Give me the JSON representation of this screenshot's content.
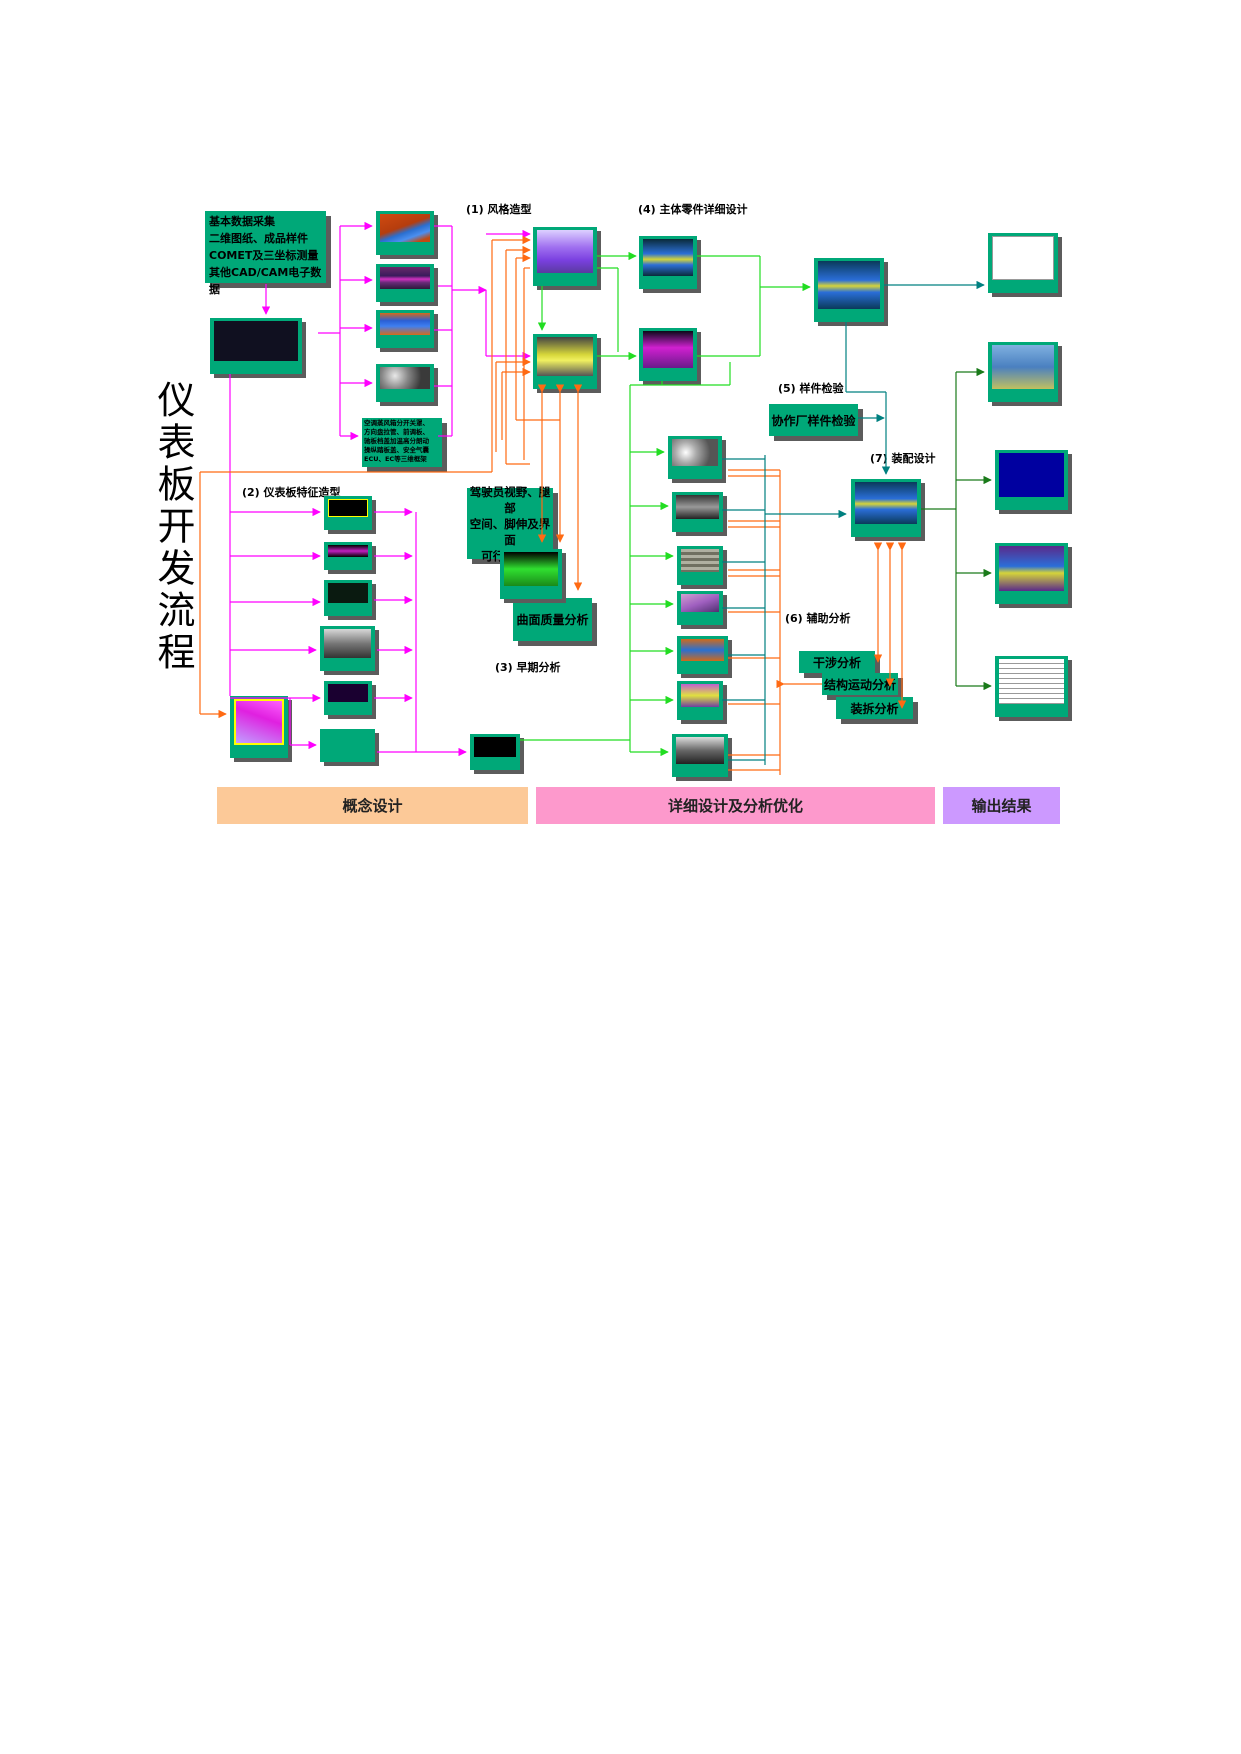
{
  "title": "仪表板开发流程",
  "stages": {
    "s1": "(1) 风格造型",
    "s2": "(2) 仪表板特征造型",
    "s3": "(3) 早期分析",
    "s4": "(4) 主体零件详细设计",
    "s5": "(5) 样件检验",
    "s6": "(6) 辅助分析",
    "s7": "(7) 装配设计"
  },
  "source_box": {
    "lines": [
      "基本数据采集",
      "二维图纸、成品样件",
      "COMET及三坐标测量",
      "其他CAD/CAM电子数据"
    ]
  },
  "data_box": {
    "lines": [
      "空调蒸风箱分开关罩、",
      "方向盘拉管、前调板、",
      "驰板档盖加温高分朗动",
      "操纵踏板盖、安全气囊",
      "ECU、EC等三维框架"
    ]
  },
  "early_box": {
    "lines": [
      "驾驶员视野、腿部",
      "空间、脚伸及界面",
      "可行性分析"
    ]
  },
  "labels": {
    "surface_analysis": "曲面质量分析",
    "sample_check": "协作厂样件检验",
    "interference": "干涉分析",
    "kinematics": "结构运动分析",
    "disassembly": "装拆分析"
  },
  "bands": {
    "concept": "概念设计",
    "detail": "详细设计及分析优化",
    "output": "输出结果"
  },
  "colors": {
    "box": "#00a878",
    "magenta": "#ff00ff",
    "orange": "#ff6a13",
    "green": "#22dd22",
    "teal": "#008080",
    "dark_green": "#1a7a1a",
    "band_concept": "#fcc998",
    "band_detail": "#fd99cc",
    "band_output": "#cc99ff"
  }
}
